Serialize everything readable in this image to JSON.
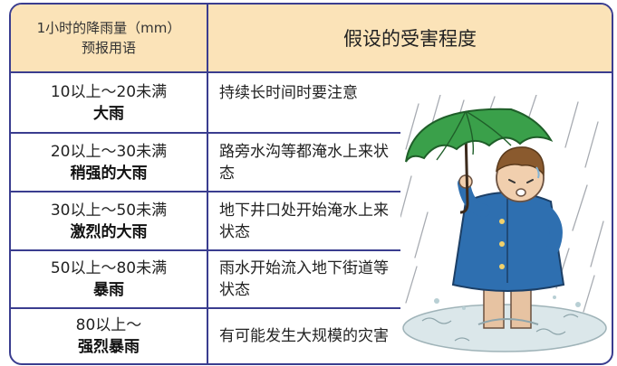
{
  "header": {
    "left_line1": "1小时的降雨量（mm）",
    "left_line2": "预报用语",
    "right": "假设的受害程度"
  },
  "rows": [
    {
      "range": "10以上～20未满",
      "name": "大雨",
      "damage": "持续长时间时要注意"
    },
    {
      "range": "20以上～30未满",
      "name": "稍强的大雨",
      "damage": "路旁水沟等都淹水上来状态"
    },
    {
      "range": "30以上～50未满",
      "name": "激烈的大雨",
      "damage": "地下井口处开始淹水上来状态"
    },
    {
      "range": "50以上～80未满",
      "name": "暴雨",
      "damage": "雨水开始流入地下街道等状态"
    },
    {
      "range": "80以上～",
      "name": "强烈暴雨",
      "damage": "有可能发生大规模的灾害"
    }
  ],
  "colors": {
    "border": "#3a3d8f",
    "header_bg": "#fbe3b8",
    "umbrella": "#3aa04a",
    "coat": "#2e6fb0"
  },
  "illustration": {
    "icon": "person-with-umbrella-in-rain-icon"
  }
}
